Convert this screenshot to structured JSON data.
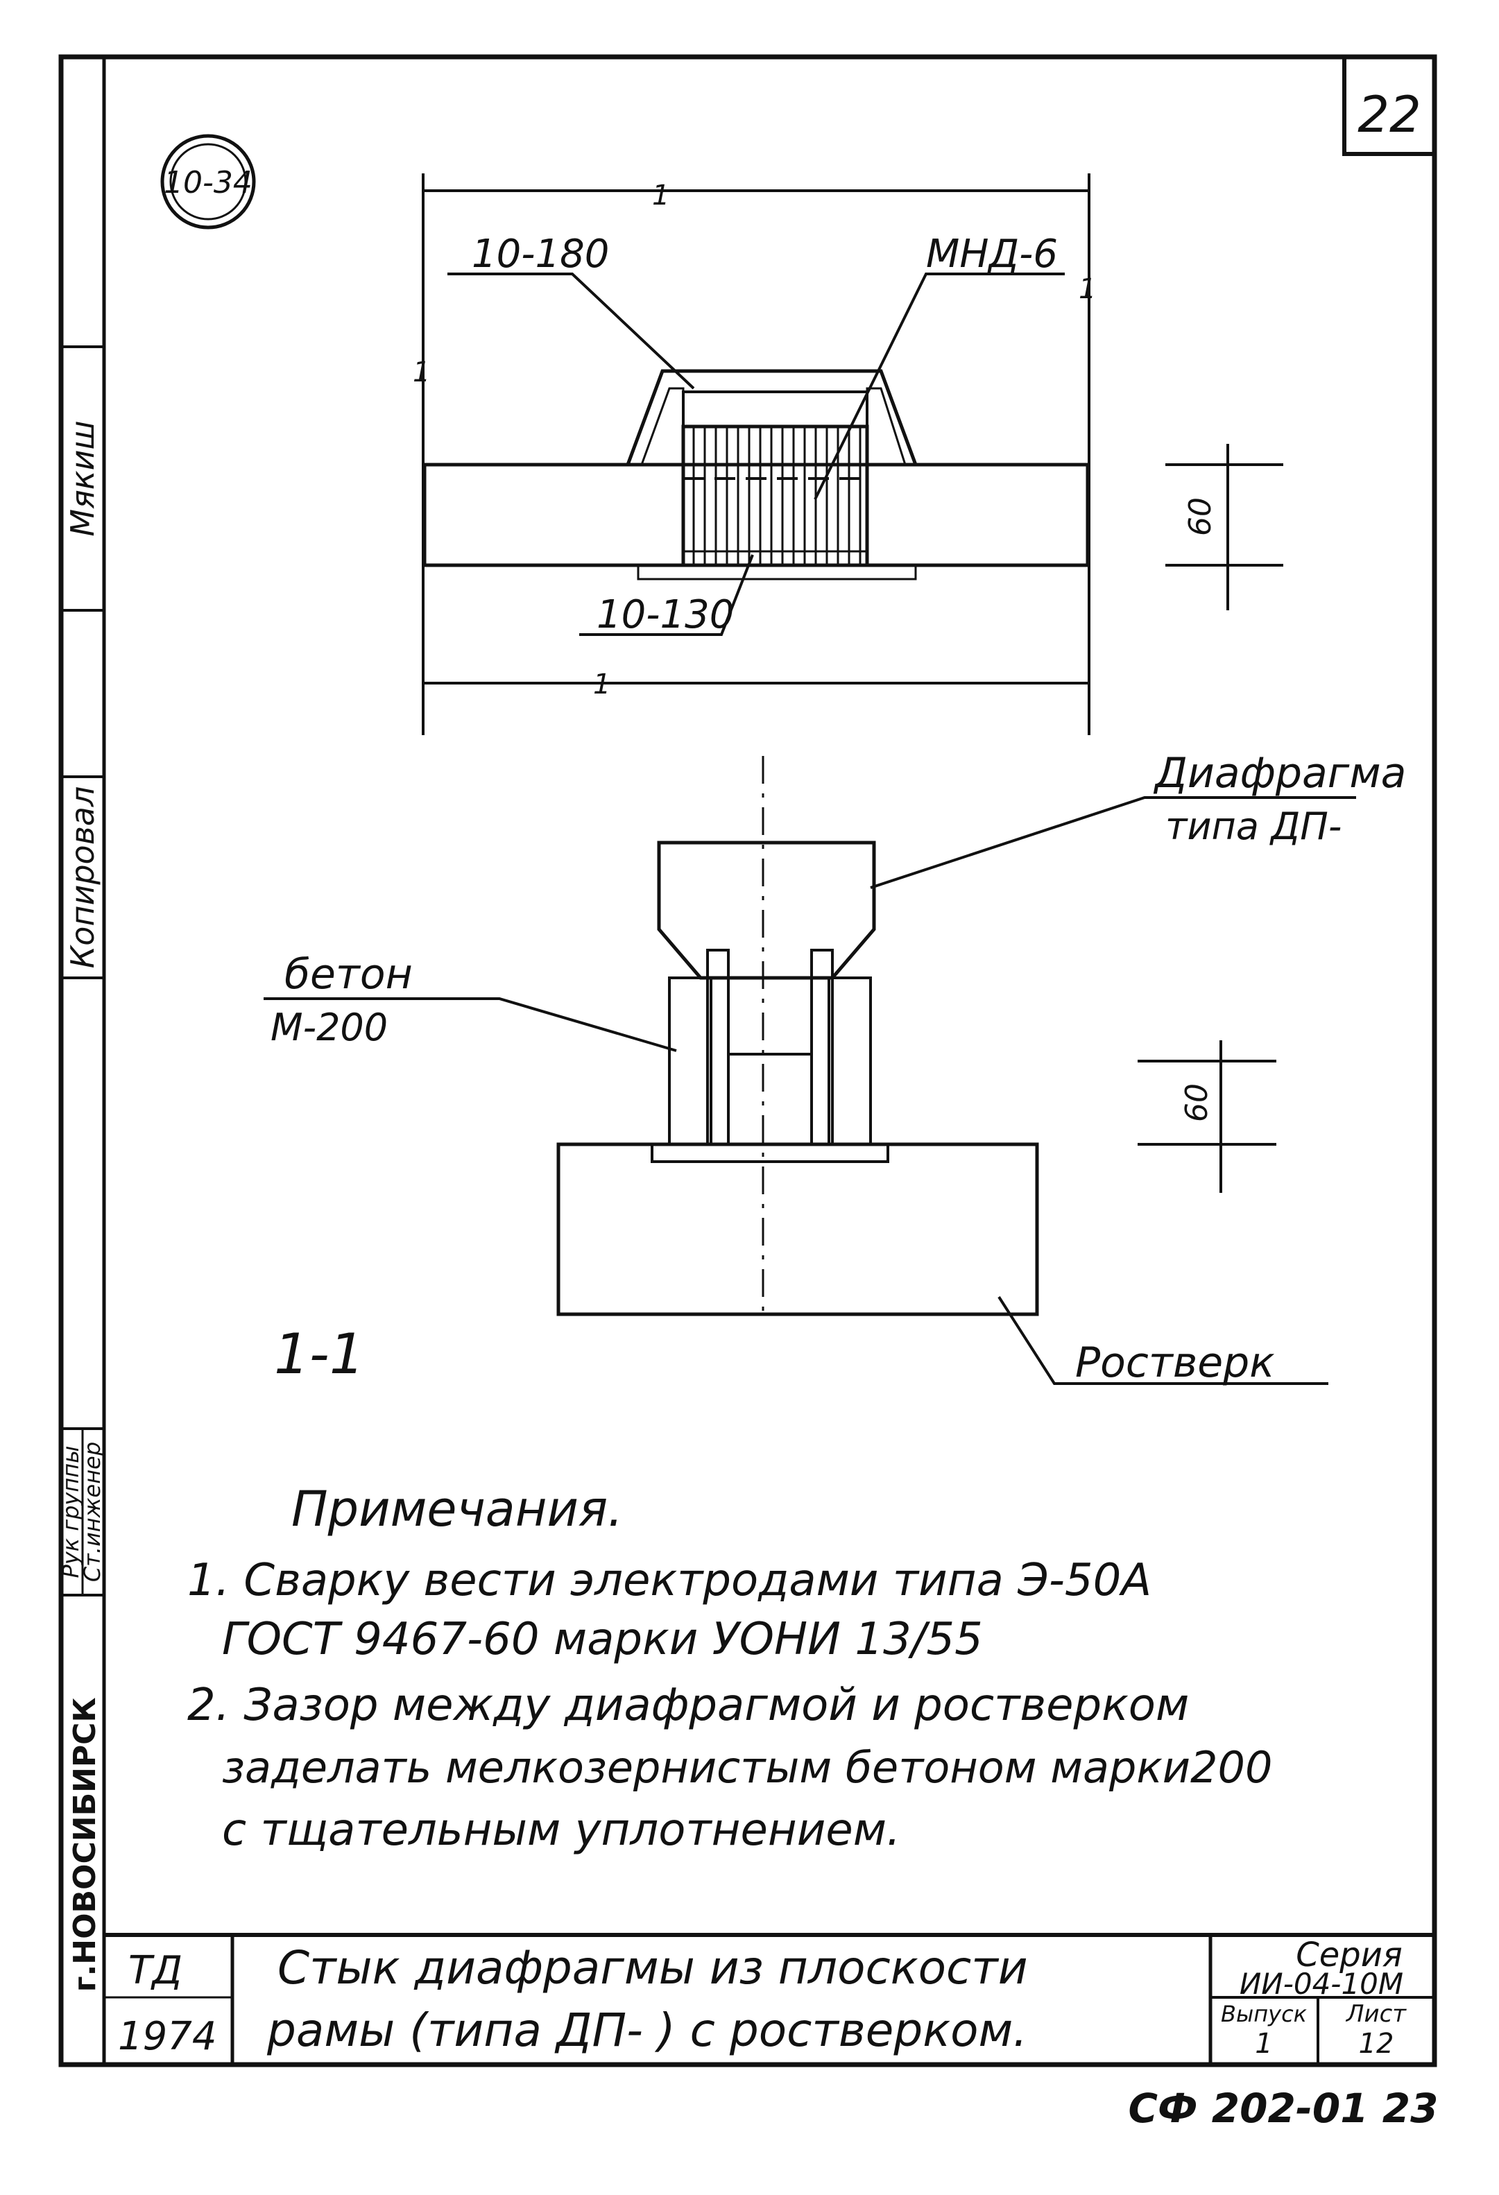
{
  "sheet_number": "22",
  "detail_marker": "10-34",
  "plan_view": {
    "label_top_left": "10-180",
    "label_top_right": "МНД-6",
    "label_bottom": "10-130",
    "section_marks": [
      "1",
      "1",
      "1",
      "1"
    ],
    "dimension": "60"
  },
  "section_view": {
    "label_diaphragm_line1": "Диафрагма",
    "label_diaphragm_line2": "типа ДП-",
    "label_concrete_line1": "бетон",
    "label_concrete_line2": "М-200",
    "label_grillage": "Ростверк",
    "section_title": "1-1",
    "dimension": "60"
  },
  "notes": {
    "title": "Примечания.",
    "lines": [
      "1. Сварку вести электродами типа Э-50А",
      "ГОСТ 9467-60 марки УОНИ 13/55",
      "2. Зазор между диафрагмой и ростверком",
      "заделать мелкозернистым бетоном марки200",
      "с тщательным уплотнением."
    ]
  },
  "side_stamp": {
    "cells": [
      "Мякиш",
      "Копировал",
      "Рук группы",
      "Ст.инженер"
    ],
    "city": "г.НОВОСИБИРСК"
  },
  "title_block": {
    "org": "ТД",
    "year": "1974",
    "title_line1": "Стык диафрагмы из плоскости",
    "title_line2": "рамы (типа ДП- ) с ростверком.",
    "series_label": "Серия",
    "series_value": "ИИ-04-10М",
    "issue_label": "Выпуск",
    "issue_value": "1",
    "sheet_label": "Лист",
    "sheet_value": "12",
    "drawing_code": "СФ 202-01 23"
  }
}
